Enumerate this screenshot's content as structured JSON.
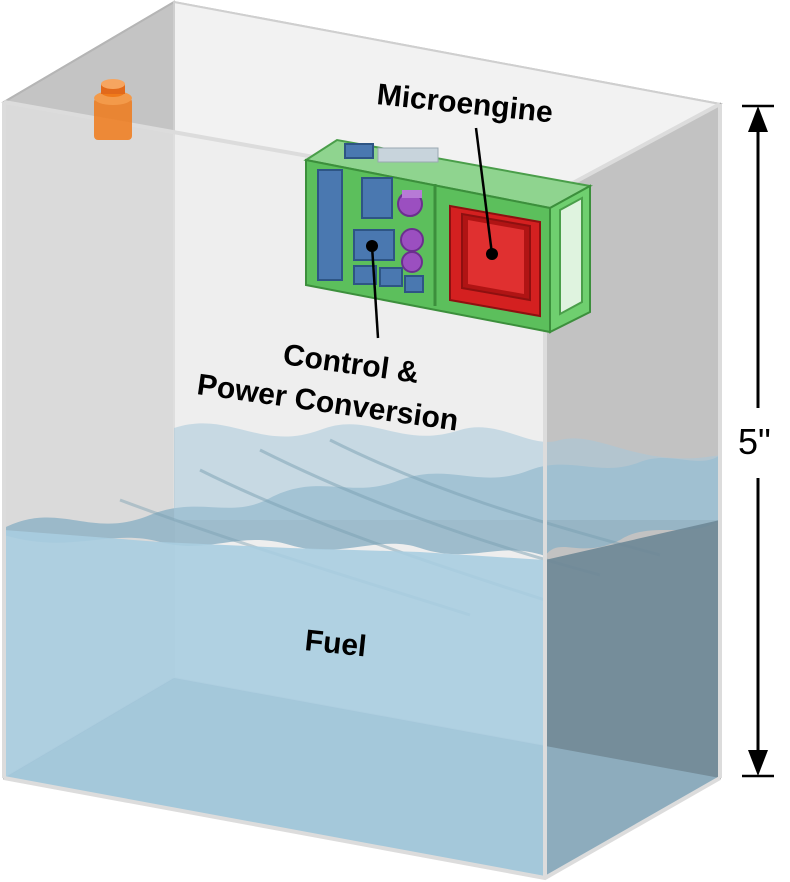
{
  "labels": {
    "microengine": "Microengine",
    "control_line1": "Control &",
    "control_line2": "Power Conversion",
    "fuel": "Fuel",
    "dimension": "5\""
  },
  "colors": {
    "tank_wall": "#c9c9c9",
    "tank_edge": "#e6e6e6",
    "fuel": "#9cc3d8",
    "fuel_dark": "#6f8b9a",
    "board": "#5cbf5c",
    "chip": "#4a78b0",
    "capacitor": "#9b4fc0",
    "engine": "#d42020",
    "cap_orange": "#f07a1a"
  }
}
